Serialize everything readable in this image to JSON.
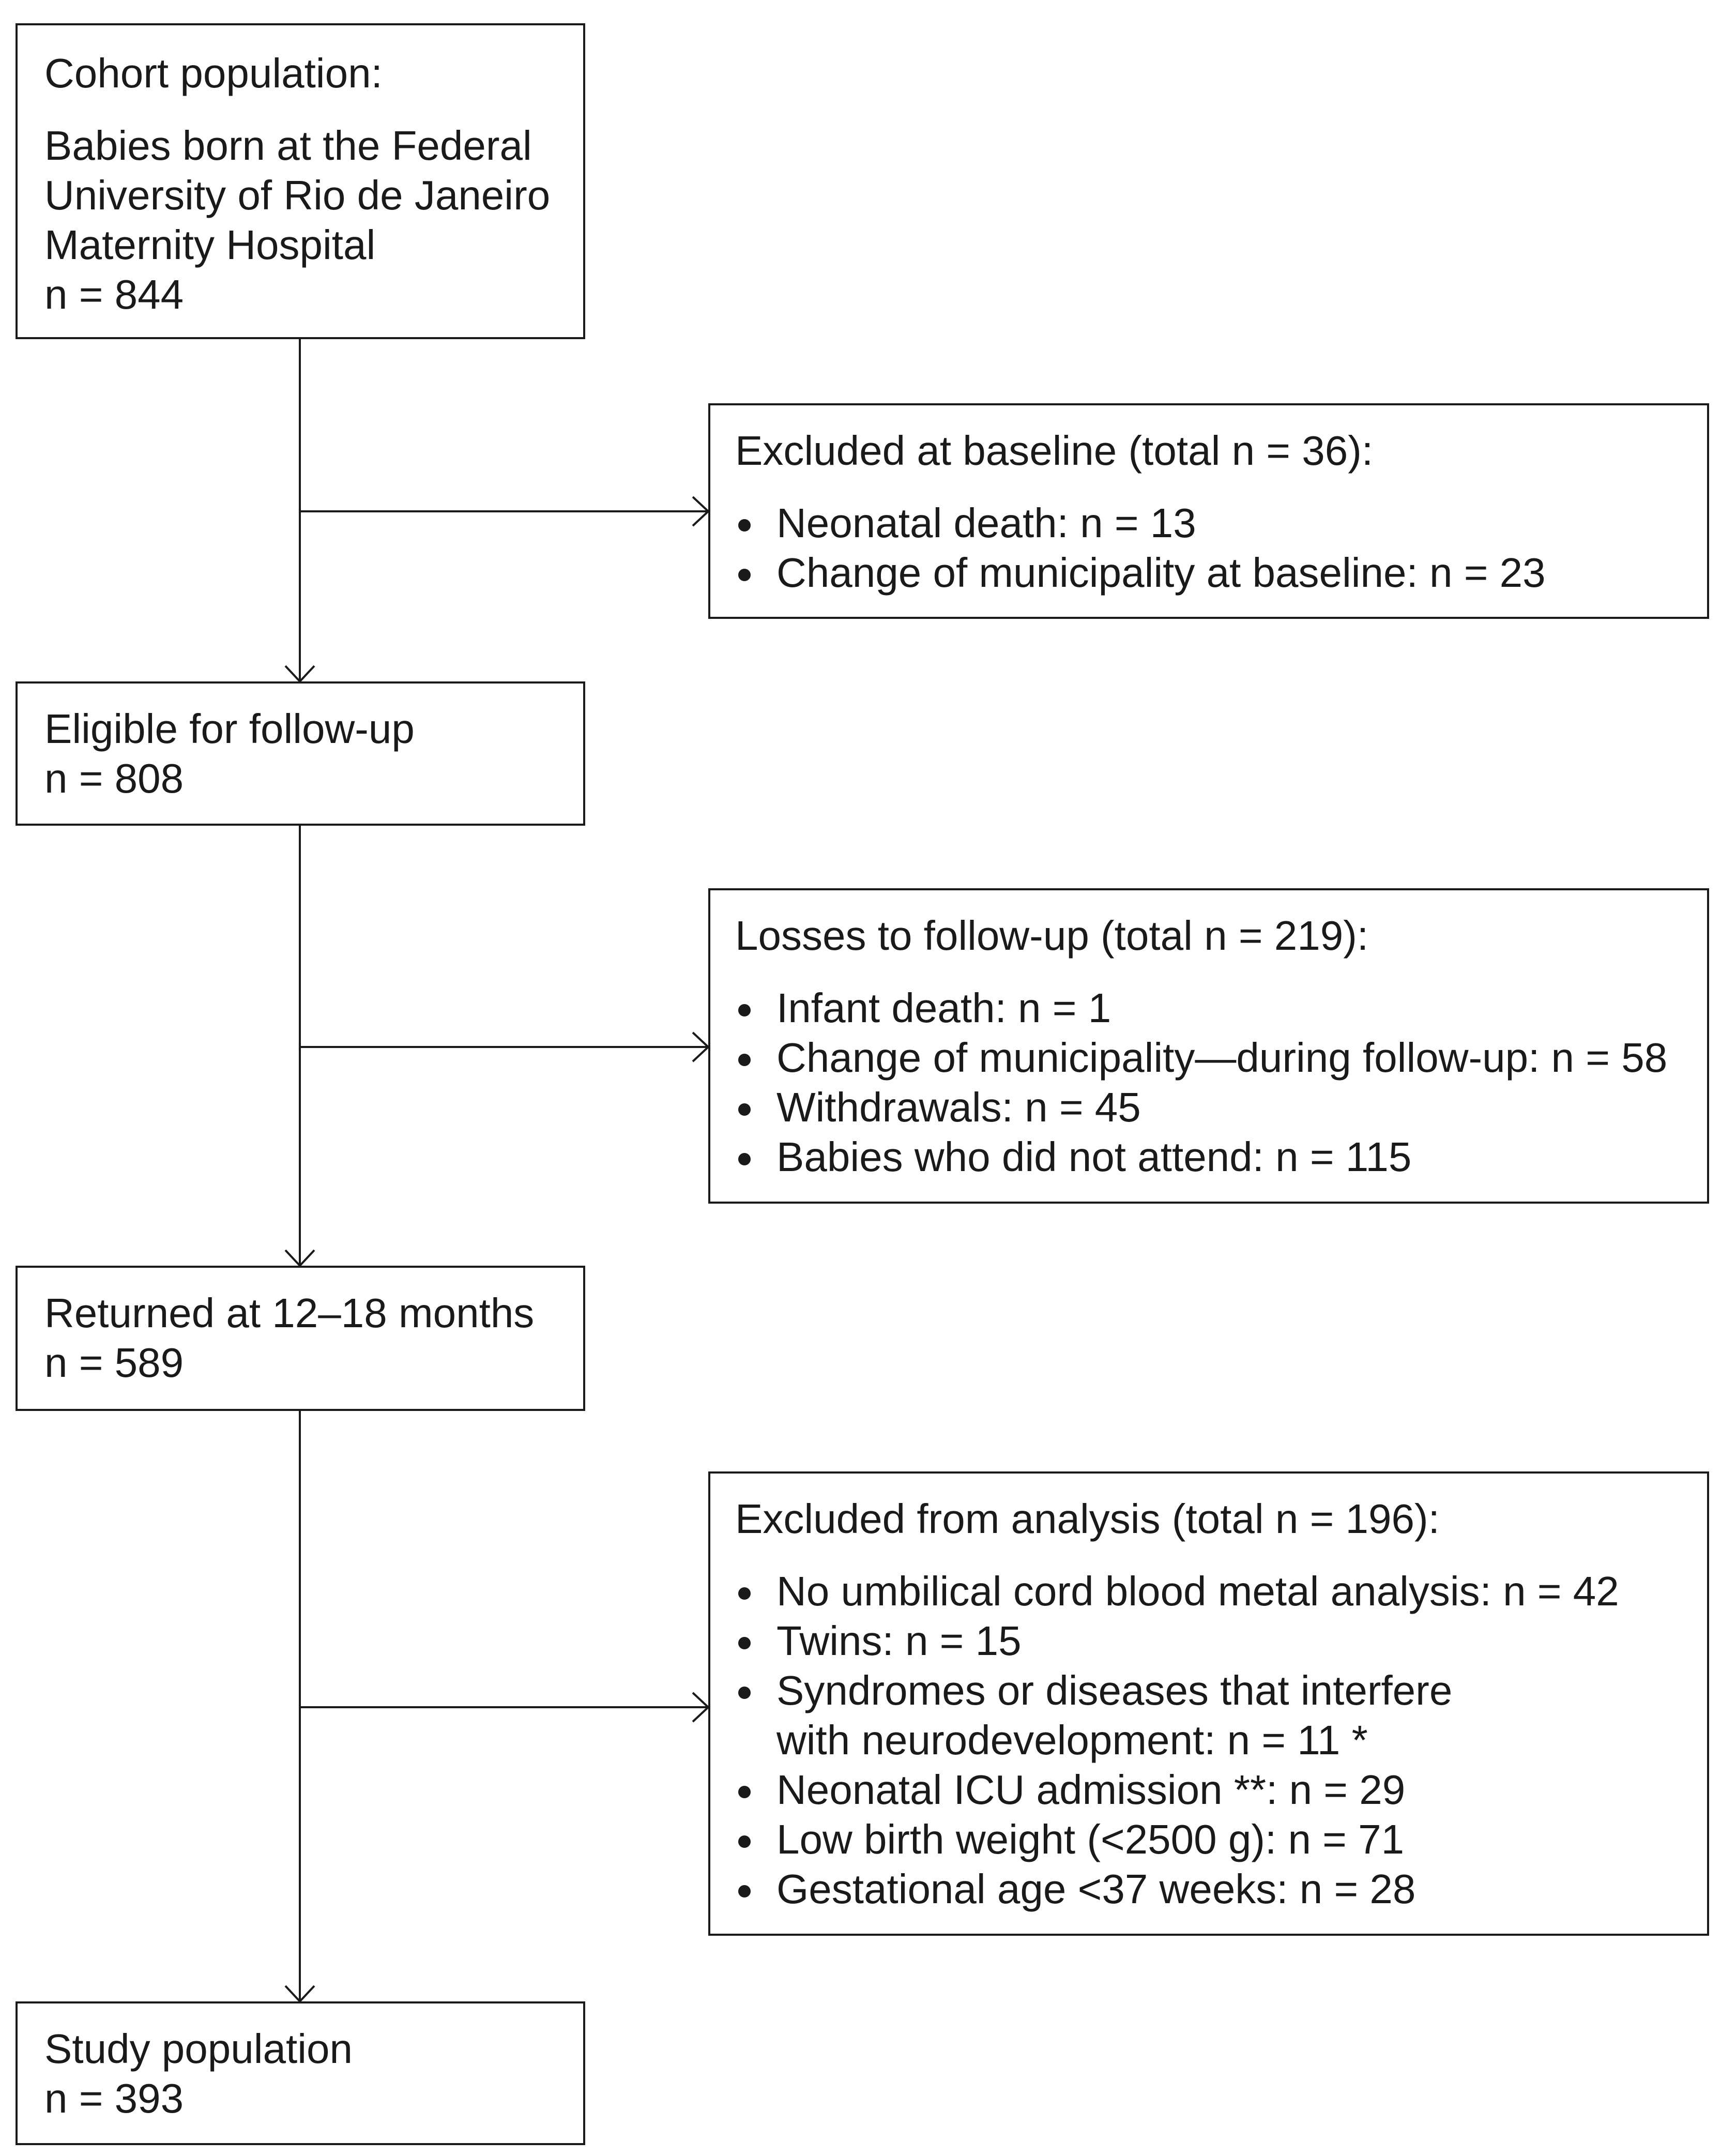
{
  "boxes": {
    "cohort": {
      "title": "Cohort population:",
      "lines": [
        "Babies born at the Federal",
        "University of Rio de Janeiro",
        "Maternity Hospital"
      ],
      "n": "n = 844"
    },
    "eligible": {
      "title": "Eligible for follow-up",
      "n": "n = 808"
    },
    "returned": {
      "title": "Returned at 12–18 months",
      "n": "n = 589"
    },
    "study": {
      "title": "Study population",
      "n": "n = 393"
    }
  },
  "exclusions": {
    "baseline": {
      "title": "Excluded at baseline (total n = 36):",
      "items": [
        "Neonatal death: n = 13",
        "Change of municipality at baseline: n = 23"
      ]
    },
    "losses": {
      "title": "Losses to follow-up (total n = 219):",
      "items": [
        "Infant death: n = 1",
        "Change of municipality—during follow-up: n = 58",
        "Withdrawals: n = 45",
        "Babies who did not attend: n = 115"
      ]
    },
    "analysis": {
      "title": "Excluded from analysis (total n = 196):",
      "items": [
        "No umbilical cord blood metal analysis: n = 42",
        "Twins: n = 15",
        [
          "Syndromes or diseases that interfere",
          "with neurodevelopment: n = 11 *"
        ],
        "Neonatal ICU admission **: n = 29",
        "Low birth weight (<2500 g): n = 71",
        "Gestational age <37 weeks: n = 28"
      ]
    }
  }
}
